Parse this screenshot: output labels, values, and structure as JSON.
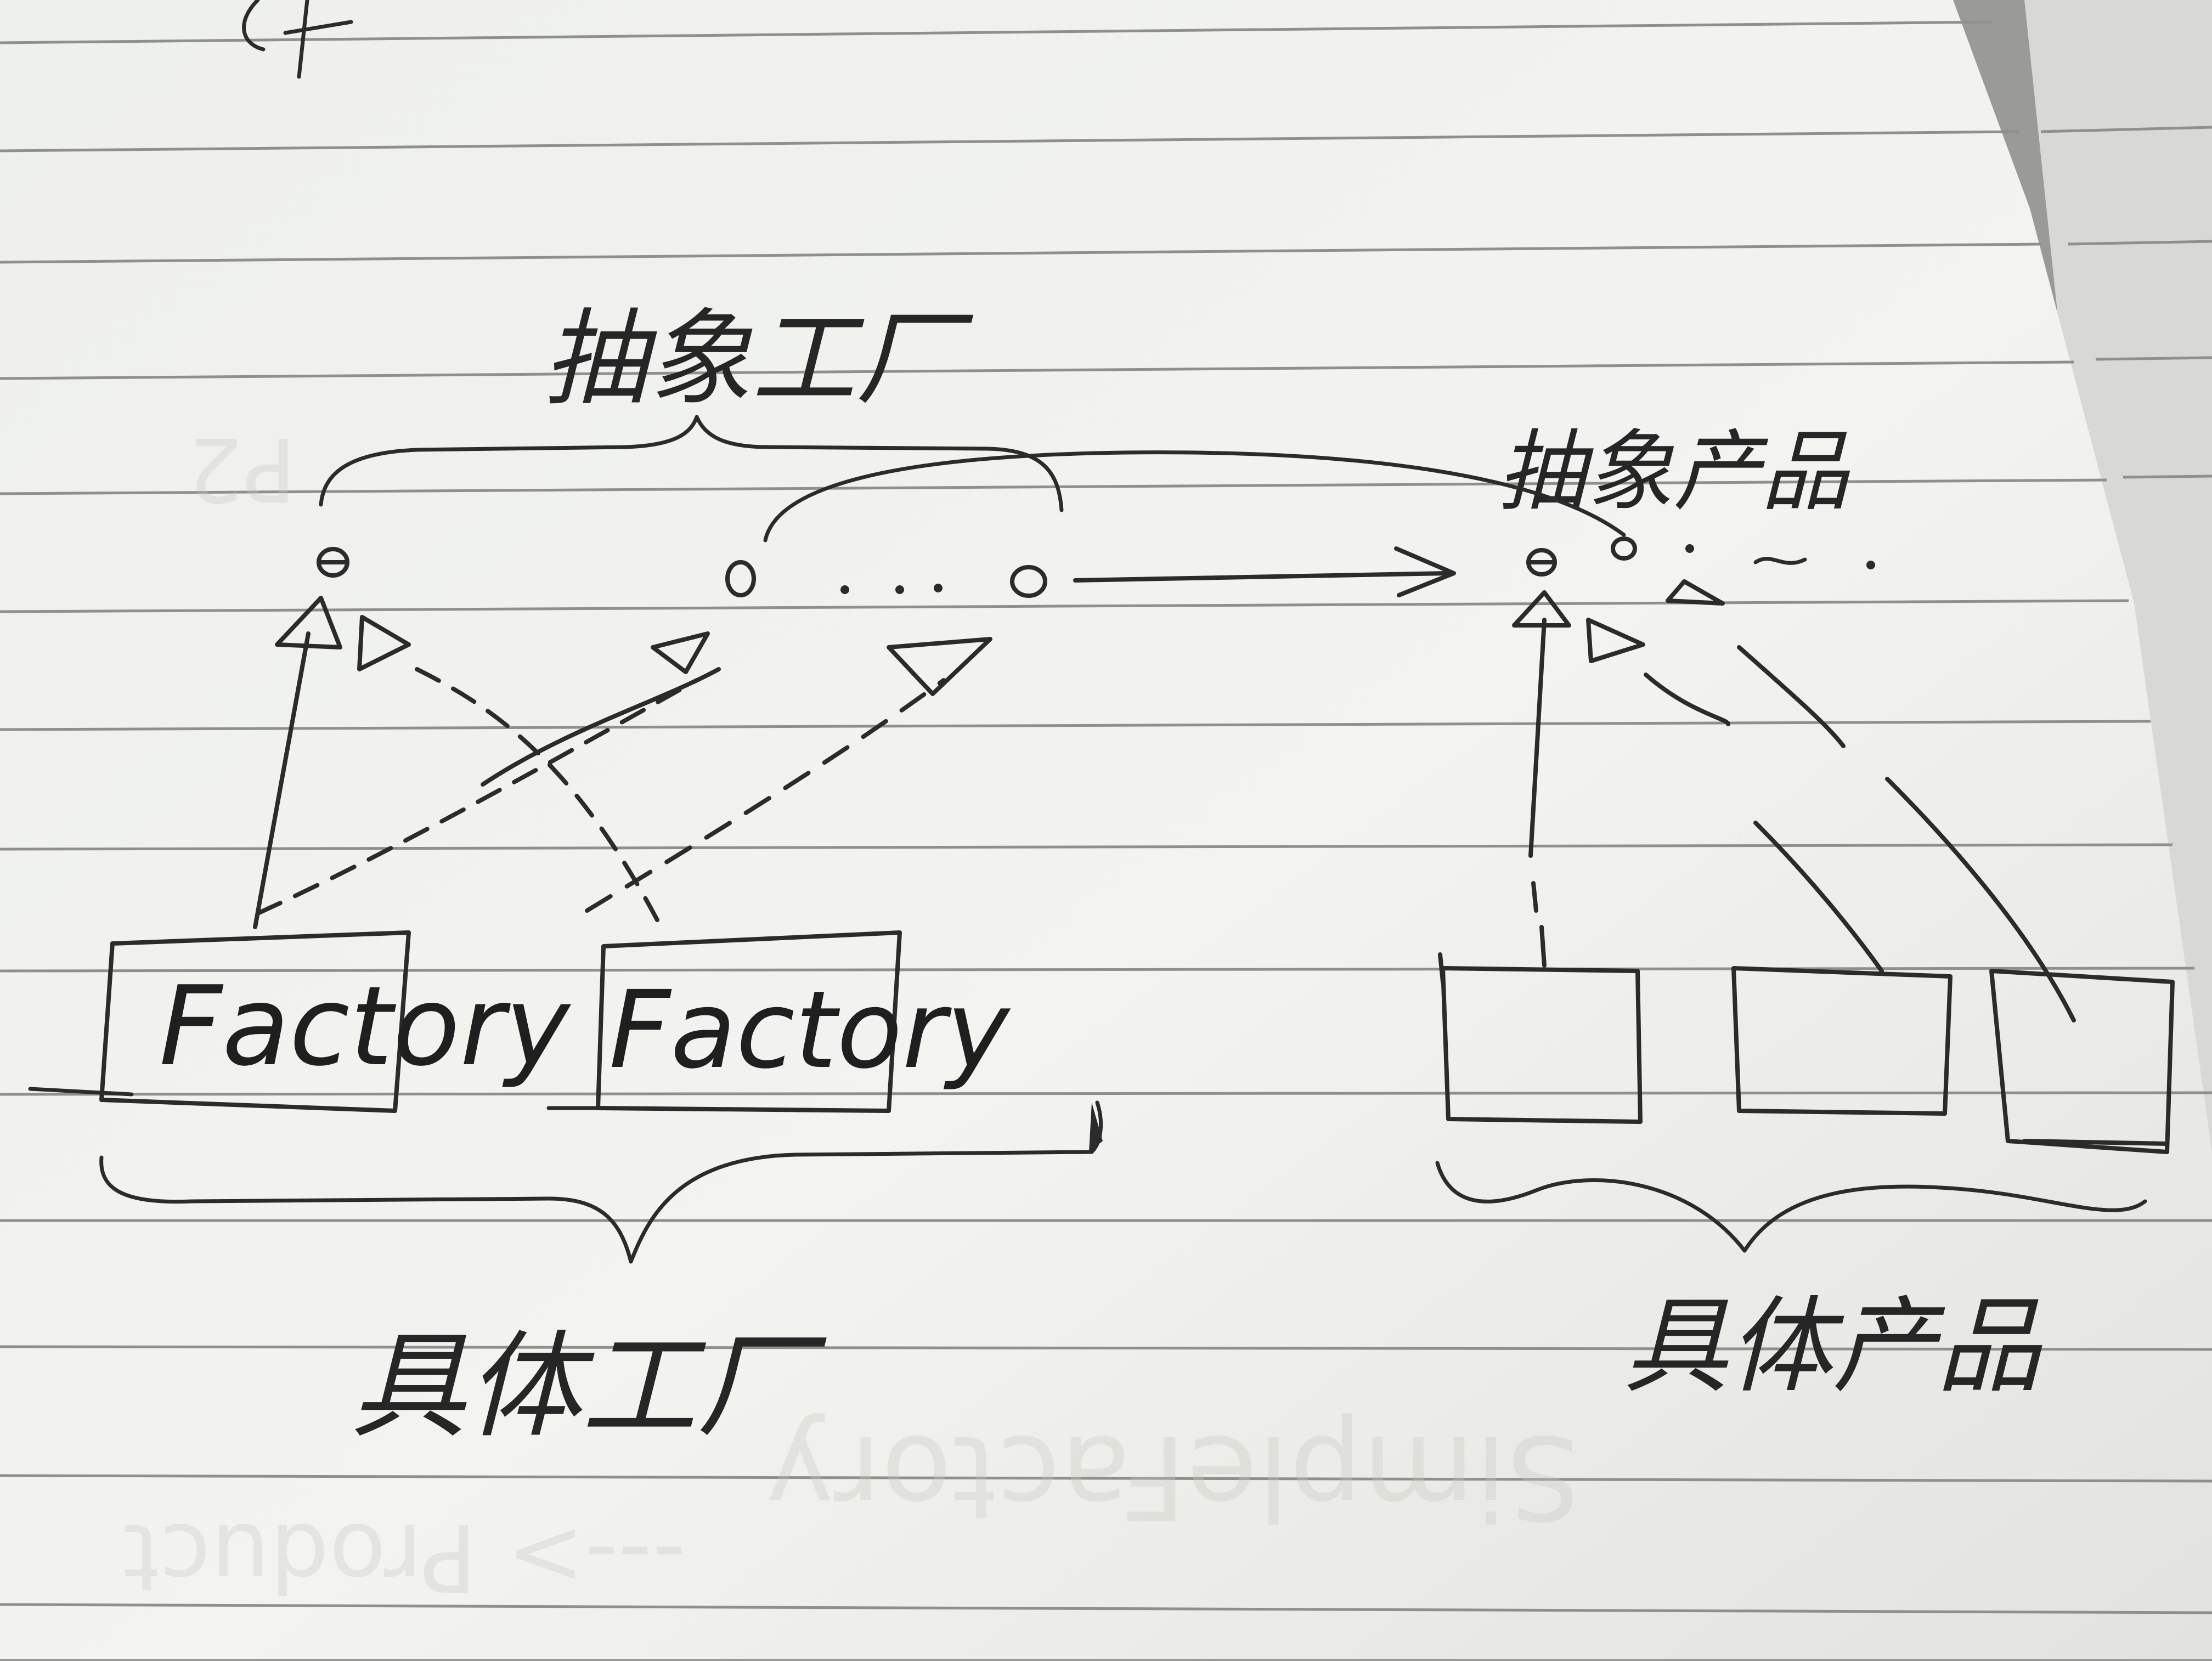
{
  "diagram": {
    "top_left_label": "抽象工厂",
    "top_right_label": "抽象产品",
    "bottom_left_label": "具体工厂",
    "bottom_right_label": "具体产品",
    "factory_boxes": [
      {
        "label": "Factory"
      },
      {
        "label": "Factory"
      }
    ],
    "product_boxes": [
      {
        "label": ""
      },
      {
        "label": ""
      },
      {
        "label": ""
      }
    ],
    "bleed_through": {
      "text_1": "SimpleFactory",
      "text_2": "---> Product",
      "text_3": "P2"
    }
  },
  "colors": {
    "paper": "#f2f2ef",
    "rule_line": "#8d8d89",
    "ink": "#2b2b2b"
  }
}
